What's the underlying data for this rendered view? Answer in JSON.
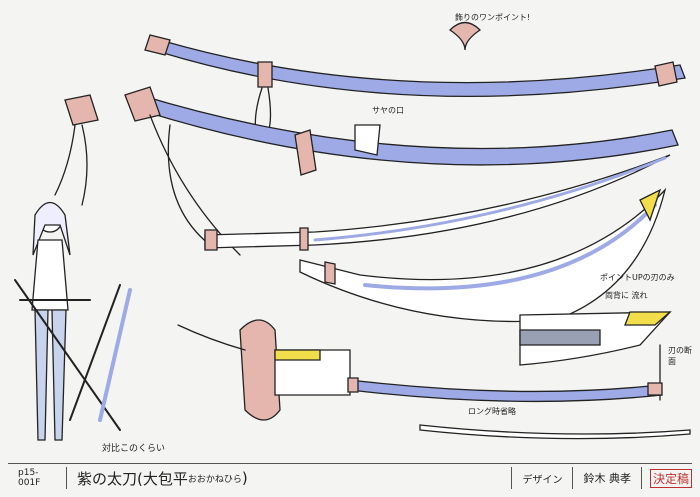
{
  "sheet": {
    "code": "p15-001F",
    "title": "紫の太刀(大包平",
    "title_reading": "おおかねひら",
    "title_close": ")",
    "design_label": "デザイン",
    "designer": "鈴木 典孝",
    "stamp": "決定稿"
  },
  "notes": {
    "ornament": "飾りのワンポイント!",
    "saya_mouth": "サヤの口",
    "blade_note_1": "ポイントUPの刃のみ",
    "blade_note_2": "両背に 流れ",
    "cross_section": "刃の断面",
    "long_omit": "ロング時省略",
    "scale_compare": "対比このくらい"
  },
  "colors": {
    "scabbard": "#9eaae6",
    "fitting": "#e4b6ae",
    "yellow": "#f2de4a",
    "line": "#222222"
  }
}
